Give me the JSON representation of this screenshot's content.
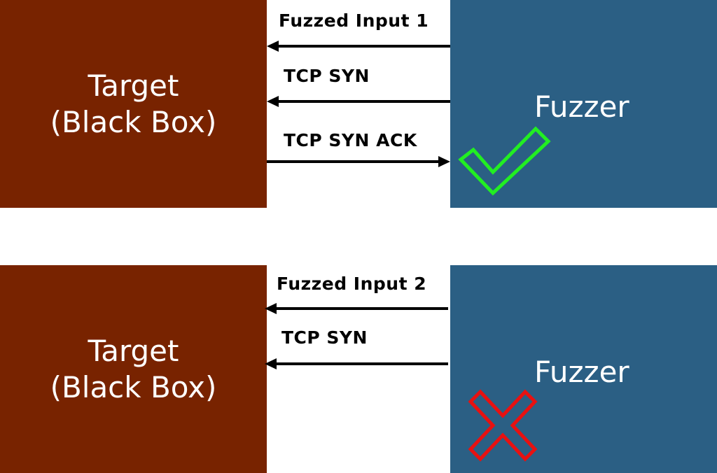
{
  "scenario_1": {
    "target_line_1": "Target",
    "target_line_2": "(Black Box)",
    "fuzzer": "Fuzzer",
    "messages": [
      "Fuzzed Input 1",
      "TCP SYN",
      "TCP SYN ACK"
    ],
    "result_icon": "checkmark-icon",
    "result_color": "#22ee22"
  },
  "scenario_2": {
    "target_line_1": "Target",
    "target_line_2": "(Black Box)",
    "fuzzer": "Fuzzer",
    "messages": [
      "Fuzzed Input 2",
      "TCP SYN"
    ],
    "result_icon": "cross-icon",
    "result_color": "#e81111"
  },
  "colors": {
    "target_box": "#782300",
    "fuzzer_box": "#2b5f84",
    "arrow": "#000000"
  }
}
